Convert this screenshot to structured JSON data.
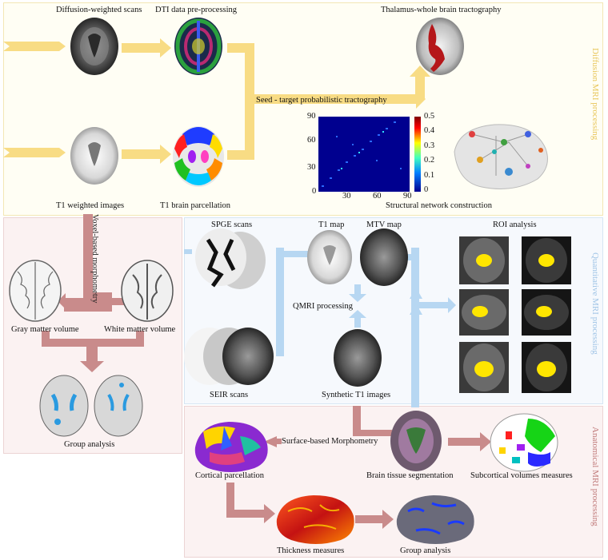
{
  "sections": {
    "diffusion": {
      "title": "Diffusion MRI processing",
      "color": "#f5d77a",
      "bg": "#fffef4"
    },
    "quantitative": {
      "title": "Quantitative MRI processing",
      "color": "#b7d7f2",
      "bg": "#f6f9fd"
    },
    "anatomical": {
      "title": "Anatomical MRI processing",
      "color": "#c98b8b",
      "bg": "#fbf2f2"
    }
  },
  "labels": {
    "dw_scans": "Diffusion-weighted scans",
    "dti_pre": "DTI data pre-processing",
    "thal_tract": "Thalamus-whole brain tractography",
    "seed_target": "Seed - target probabilistic tractography",
    "t1_weighted": "T1 weighted images",
    "t1_parcel": "T1 brain parcellation",
    "struct_net": "Structural network construction",
    "vbm": "Voxel-based morphometry",
    "gm_vol": "Gray matter volume",
    "wm_vol": "White matter volume",
    "group_analysis_left": "Group analysis",
    "spge": "SPGE scans",
    "t1map": "T1 map",
    "mtvmap": "MTV map",
    "roi": "ROI analysis",
    "qmri": "QMRI processing",
    "seir": "SEIR scans",
    "synth_t1": "Synthetic T1 images",
    "sbm": "Surface-based Morphometry",
    "cortical_parcel": "Cortical parcellation",
    "tissue_seg": "Brain tissue segmentation",
    "subcortical": "Subcortical volumes measures",
    "thickness": "Thickness measures",
    "group_analysis_bottom": "Group analysis"
  },
  "matrix_plot": {
    "x_ticks": [
      "30",
      "60",
      "90"
    ],
    "y_ticks": [
      "90",
      "60",
      "30",
      "0"
    ],
    "colorbar_ticks": [
      "0.5",
      "0.4",
      "0.3",
      "0.2",
      "0.1",
      "0"
    ]
  }
}
